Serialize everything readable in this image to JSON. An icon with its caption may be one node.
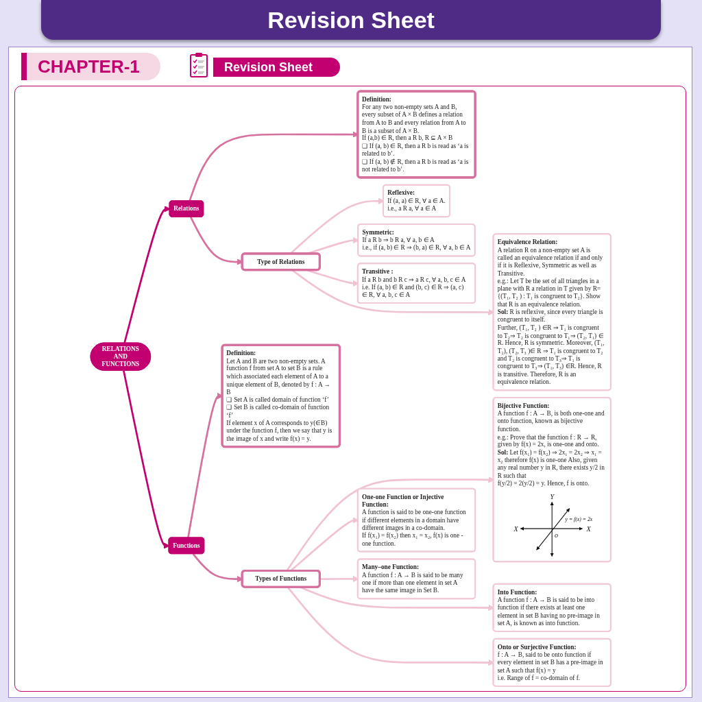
{
  "diagram": {
    "title": "Revision Sheet",
    "nodes": [
      {
        "text": [
          "Reflexive:",
          "If (a, a) ∈ R, ∀ a ∈ A.",
          "i.e., a R a, ∀ a ∈ A"
        ]
      },
      {
        "text": [
          "Symmetric:",
          "If a R b ⇒ b R a, ∀ a, b ∈ A",
          "i.e., if (a, b) ∈ R ⇒ (b, a) ∈ R, ∀ a, b ∈ A"
        ]
      },
      {
        "text": [
          "Transitive :",
          "If a R b and b R c ⇒ a R c, ∀ a, b, c ∈ A i.e. If (a, b) ∈ R and (b, c) ∈ R ⇒ (a, c) ∈ R, ∀ a, b, c ∈ A"
        ]
      },
      {
        "text": [
          "Equivalence Relation:",
          "A relation R on a non-empty set A is called an equivalence relation if and only if it is Reflexive, Symmetric as well as Transitive.",
          "e.g.: Let T be the set of all triangles in a plane with R a relation in T given by R={(T₁, T₂ ) : T₁ is congruent to T₂}. Show that R is an equivalence relation.",
          "**Sol:** R is reflexive, since every triangle is congruent to itself.",
          "Further, (T₁, T₂ ) ∈R ⇒ T₁ is congruent to T₂⇒ T₂ is congruent to T₁⇒ (T₂, T₁) ∈ R. Hence, R is symmetric. Moreover, (T₁, T₂), (T₂, T₃ )∈ R ⇒ T₁ is congruent to T₂ and T₂ is congruent to T₃⇒ T₁ is congruent to T₃⇒ (T₁, T₃) ∈R. Hence, R is transitive. Therefore, R is an equivalence relation."
        ]
      },
      {
        "text": [
          "Definition:",
          "For any two non-empty sets A and B, every subset of A × B defines a relation from A to B and every relation from A to B is a subset of A × B.",
          "If (a,b) ∈ R, then a R b, R ⊆ A × B",
          "❑ If (a, b) ∈ R, then a R b is read as ‘a is related to b’.",
          "❑ If (a, b) ∉ R, then a R b is read as ‘a is not related to b’."
        ]
      },
      {
        "text": [
          "Type of Relations"
        ]
      },
      {
        "text": [
          "Relations"
        ]
      },
      {
        "text": [
          "RELATIONS AND FUNCTIONS"
        ]
      },
      {
        "text": [
          "Bijective Function:",
          "A function f : A → B, is both one-one and onto function, known as bijective function.",
          "e.g.: Prove that the function f : R → R, given by f(x) = 2x, is one-one and onto.",
          "**Sol:** Let f(x₁) = f(x₂) ⇒ 2x₁ = 2x₂ ⇒ x₁ = x₂ therefore f(x) is one-one Also, given any real number y in R, there exists y/2 in R such that",
          "f(y/2) = 2(y/2) = y. Hence, f is onto."
        ]
      },
      {
        "text": [
          "Definition:",
          "Let A and B are two non-empty sets. A function f from set A to set B is a rule which associated each element of A to a unique element of B, denoted by f : A → B",
          "❑ Set A is called domain of function ‘f’",
          "❑ Set B is called co-domain of function ‘f’",
          "If element x of A corresponds to y(∈B) under the function f, then we say that y is the image of x and write f(x) = y."
        ]
      },
      {
        "text": [
          "Functions"
        ]
      },
      {
        "text": [
          "Types of Functions"
        ]
      },
      {
        "text": [
          "One-one Function or Injective Function:",
          "A function is said to be one-one function if different elements in a domain have different images in a co-domain.",
          "If f(x₁) = f(x₂) then x₁ = x₂, f(x) is one - one function."
        ]
      },
      {
        "text": [
          "Many–one Function:",
          "A function f : A → B is said to be many one if more than one element in set A have the same image in Set B."
        ]
      },
      {
        "text": [
          "Into Function:",
          "A function f : A → B is said to be into function if there exists at least one element in set B having no pre-image in set A, is known as into function."
        ]
      },
      {
        "text": [
          "Onto or Surjective Function:",
          "f : A → B, said to be onto function if every element in set B has a pre-image in set A such that f(x) = y",
          "i.e. Range of f = co-domain of f."
        ]
      }
    ],
    "edges": [
      {
        "from": 7,
        "to": 6,
        "arrow": "to",
        "color": "#c2006f"
      },
      {
        "from": 6,
        "to": 4,
        "arrow": "to",
        "color": "#d6719f"
      },
      {
        "from": 6,
        "to": 5,
        "arrow": "to",
        "color": "#d6719f"
      },
      {
        "from": 5,
        "to": 0,
        "arrow": "to"
      },
      {
        "from": 5,
        "to": 1,
        "arrow": "to"
      },
      {
        "from": 5,
        "to": 2,
        "arrow": "to"
      },
      {
        "from": 5,
        "to": 3,
        "arrow": "to"
      },
      {
        "from": 7,
        "to": 10,
        "arrow": "to",
        "color": "#c2006f"
      },
      {
        "from": 10,
        "to": 9,
        "arrow": "to",
        "color": "#d6719f"
      },
      {
        "from": 10,
        "to": 11,
        "arrow": "to",
        "color": "#d6719f"
      },
      {
        "from": 11,
        "to": 8,
        "arrow": "to"
      },
      {
        "from": 11,
        "to": 12,
        "arrow": "to"
      },
      {
        "from": 11,
        "to": 13,
        "arrow": "to"
      },
      {
        "from": 11,
        "to": 14,
        "arrow": "to"
      },
      {
        "from": 11,
        "to": 15,
        "arrow": "to"
      }
    ],
    "labels": [
      "CHAPTER-1",
      "Revision Sheet",
      "Y",
      "y = f(x) = 2x",
      "X",
      "X",
      "o"
    ]
  }
}
